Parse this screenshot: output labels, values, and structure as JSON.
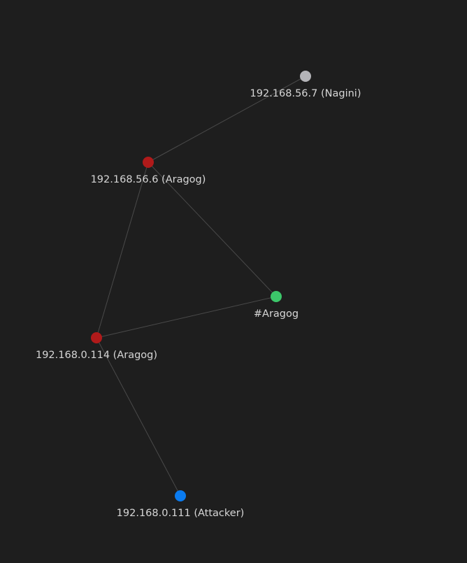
{
  "graph": {
    "background": "#1e1e1e",
    "edge_color": "#4a4a4a",
    "label_color": "#d6d6d6",
    "nodes": [
      {
        "id": "nagini",
        "label": "192.168.56.7 (Nagini)",
        "color": "#b4b4b8"
      },
      {
        "id": "aragog-56",
        "label": "192.168.56.6 (Aragog)",
        "color": "#b01a1a"
      },
      {
        "id": "aragog-tag",
        "label": "#Aragog",
        "color": "#3cc76a"
      },
      {
        "id": "aragog-0",
        "label": "192.168.0.114 (Aragog)",
        "color": "#b01a1a"
      },
      {
        "id": "attacker",
        "label": "192.168.0.111 (Attacker)",
        "color": "#0a7bf0"
      }
    ],
    "edges": [
      {
        "from": "aragog-56",
        "to": "nagini"
      },
      {
        "from": "aragog-56",
        "to": "aragog-tag"
      },
      {
        "from": "aragog-56",
        "to": "aragog-0"
      },
      {
        "from": "aragog-0",
        "to": "aragog-tag"
      },
      {
        "from": "aragog-0",
        "to": "attacker"
      }
    ]
  }
}
